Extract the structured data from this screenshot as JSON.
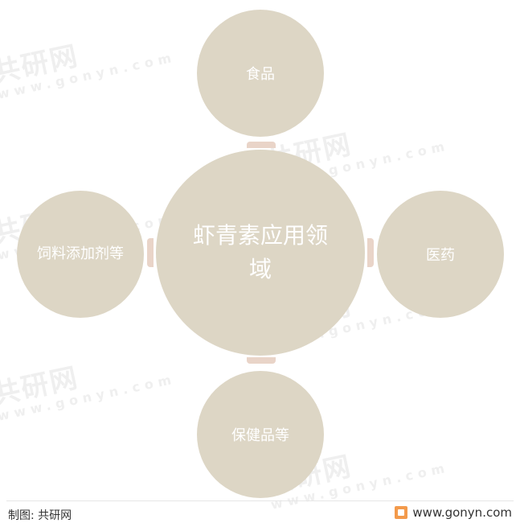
{
  "watermark": {
    "brand": "共研网",
    "url": "www.gonyn.com"
  },
  "diagram": {
    "center": "虾青素应用领域",
    "nodes": {
      "top": "食品",
      "right": "医药",
      "bottom": "保健品等",
      "left": "饲料添加剂等"
    }
  },
  "footer": {
    "source": "制图: 共研网",
    "site": "www.gonyn.com"
  },
  "colors": {
    "circle_fill": "#ddd6c5",
    "circle_text": "#ffffff",
    "connector": "#e9d4c8",
    "logo": "#f39a4b"
  }
}
